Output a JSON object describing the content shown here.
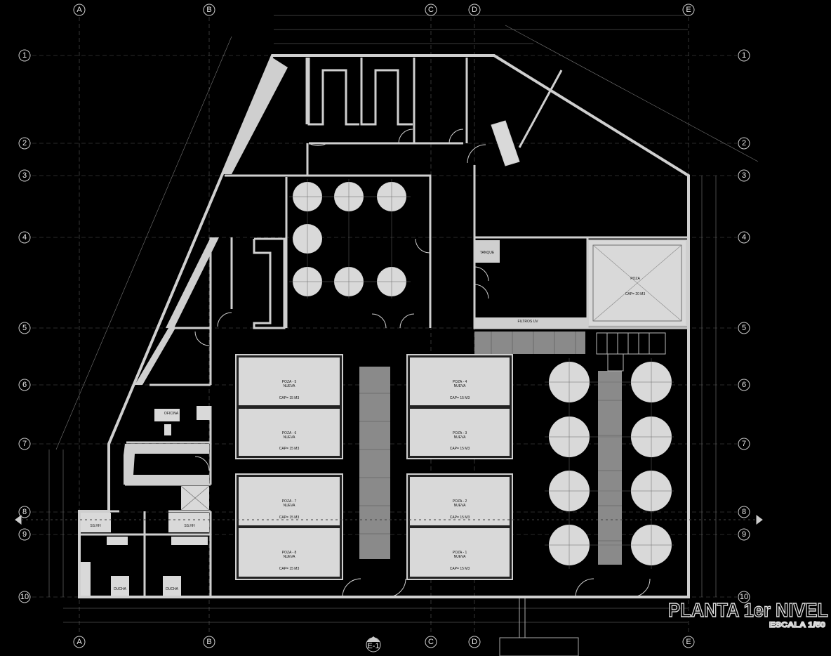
{
  "grid": {
    "columns": [
      "A",
      "B",
      "C",
      "D",
      "E"
    ],
    "rows": [
      "1",
      "2",
      "3",
      "4",
      "5",
      "6",
      "7",
      "8",
      "9",
      "10"
    ]
  },
  "title": {
    "main": "PLANTA 1er NIVEL",
    "scale": "ESCALA 1/50"
  },
  "section_marker": "E-1",
  "labels": {
    "tanque": "TANQUE",
    "filtros": "FILTROS UV",
    "poza_big": "POZA",
    "poza_big_cap": "CAP= 20 M3",
    "ss_hh_left": "SS.HH",
    "ss_hh_right": "SS.HH",
    "ducha_left": "DUCHA",
    "ducha_right": "DUCHA",
    "oficina": "OFICINA"
  },
  "pozas": [
    {
      "name": "POZA - 5",
      "sub": "NUEVA",
      "cap": "CAP= 15 M3"
    },
    {
      "name": "POZA - 6",
      "sub": "NUEVA",
      "cap": "CAP= 15 M3"
    },
    {
      "name": "POZA - 7",
      "sub": "NUEVA",
      "cap": "CAP= 15 M3"
    },
    {
      "name": "POZA - 8",
      "sub": "NUEVA",
      "cap": "CAP= 15 M3"
    },
    {
      "name": "POZA - 4",
      "sub": "NUEVA",
      "cap": "CAP= 15 M3"
    },
    {
      "name": "POZA - 3",
      "sub": "NUEVA",
      "cap": "CAP= 15 M3"
    },
    {
      "name": "POZA - 2",
      "sub": "NUEVA",
      "cap": "CAP= 15 M3"
    },
    {
      "name": "POZA - 1",
      "sub": "NUEVA",
      "cap": "CAP= 15 M3"
    }
  ],
  "colors": {
    "background": "#000000",
    "wall": "#cfcfcf",
    "fill": "#d9d9d9",
    "line": "#8a8a8a"
  }
}
